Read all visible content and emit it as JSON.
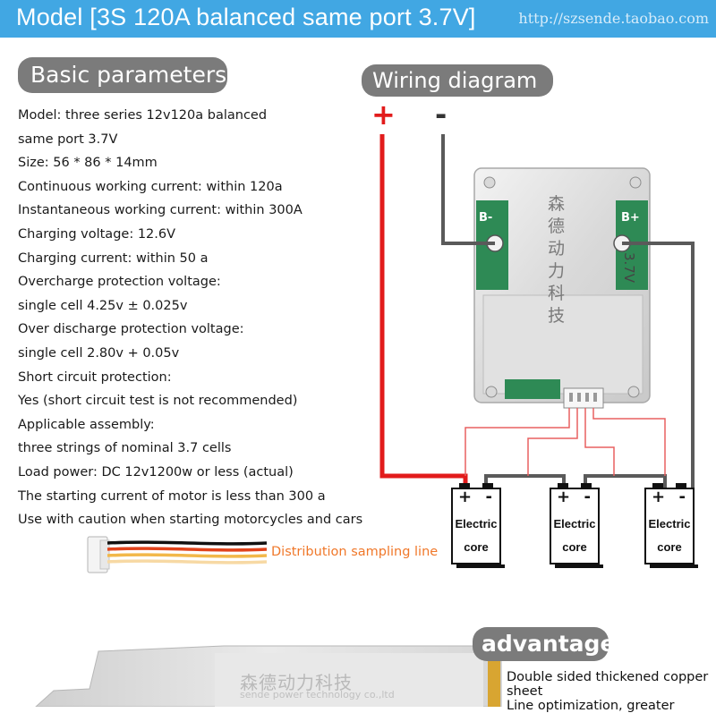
{
  "header": {
    "title": "Model [3S 120A balanced same port 3.7V]",
    "url": "http://szsende.taobao.com"
  },
  "sections": {
    "basic_parameters": "Basic parameters",
    "wiring_diagram": "Wiring diagram",
    "advantage": "advantage"
  },
  "parameters": [
    "Model: three series 12v120a balanced",
    "same port 3.7V",
    "Size: 56 * 86 * 14mm",
    "Continuous working current: within 120a",
    "Instantaneous working current: within 300A",
    "Charging voltage: 12.6V",
    "Charging current: within 50 a",
    "Overcharge protection voltage:",
    "single cell 4.25v ± 0.025v",
    "Over discharge protection voltage:",
    "single cell 2.80v + 0.05v",
    "Short circuit protection:",
    "Yes (short circuit test is not recommended)",
    "Applicable assembly:",
    "three strings of nominal 3.7 cells",
    "Load power: DC 12v1200w or less (actual)",
    "The starting current of motor is less than 300 a",
    "Use with caution when starting motorcycles and cars"
  ],
  "wiring": {
    "plus": "+",
    "minus": "-",
    "cells": [
      {
        "plus": "+",
        "minus": "-",
        "line1": "Electric",
        "line2": "core"
      },
      {
        "plus": "+",
        "minus": "-",
        "line1": "Electric",
        "line2": "core"
      },
      {
        "plus": "+",
        "minus": "-",
        "line1": "Electric",
        "line2": "core"
      }
    ],
    "board": {
      "pad_left": "B-",
      "pad_right": "B+",
      "side_label": "3.7V",
      "brand_cn": "森德动力科技"
    },
    "sampling_line_label": "Distribution sampling line"
  },
  "watermark": {
    "cn": "森德动力科技",
    "en": "sende power technology co.,ltd"
  },
  "advantage": {
    "lines": [
      "Double sided thickened copper",
      "sheet",
      "Line optimization, greater"
    ]
  },
  "colors": {
    "header_bg": "#41a7e3",
    "pill_bg": "#7b7b7b",
    "positive_wire": "#e21b1b",
    "negative_wire": "#555555",
    "sampling_label": "#f0782a"
  }
}
